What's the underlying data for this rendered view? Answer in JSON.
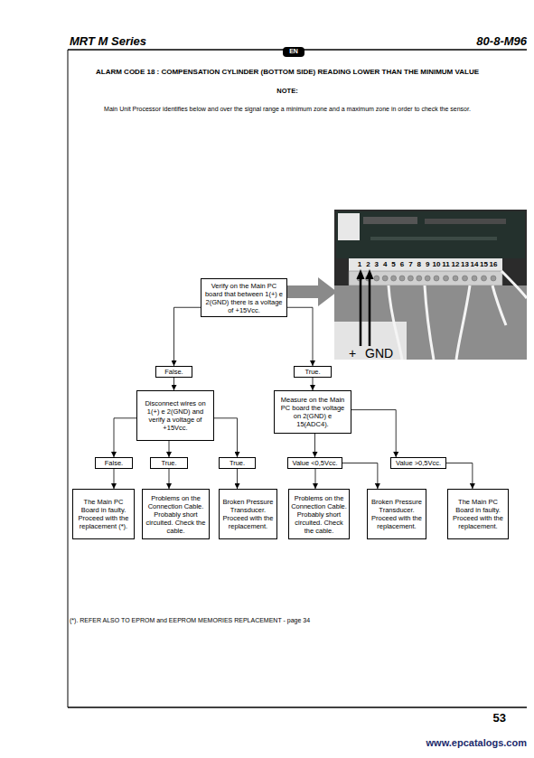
{
  "diagram": {
    "title": "ALARM CODE 18 : COMPENSATION CYLINDER (BOTTOM SIDE) READING LOWER THAN THE MINIMUM VALUE",
    "nodes": [
      {
        "text": [
          "Verify on the Main PC board that between 1(+) e 2(GND) there is a voltage of +15Vcc."
        ]
      },
      {
        "text": [
          "False."
        ]
      },
      {
        "text": [
          "True."
        ]
      },
      {
        "text": [
          "Disconnect wires on 1(+) e 2(GND) and verify a voltage of +15Vcc."
        ]
      },
      {
        "text": [
          "Measure on the Main PC board the voltage on 2(GND) e 15(ADC4)."
        ]
      },
      {
        "text": [
          "False."
        ]
      },
      {
        "text": [
          "True."
        ]
      },
      {
        "text": [
          "True."
        ]
      },
      {
        "text": [
          "Value <0,5Vcc."
        ]
      },
      {
        "text": [
          "Value >0,5Vcc."
        ]
      },
      {
        "text": [
          "The Main PC Board in faulty. Proceed with the replacement (*)."
        ]
      },
      {
        "text": [
          "Problems on the Connection Cable. Probably short circuited. Check the cable."
        ]
      },
      {
        "text": [
          "Broken Pressure Transducer. Proceed with the replacement."
        ]
      },
      {
        "text": [
          "Problems on the Connection Cable. Probably short circuited. Check the cable."
        ]
      },
      {
        "text": [
          "Broken Pressure Transducer. Proceed with the replacement."
        ]
      },
      {
        "text": [
          "The Main PC Board in faulty. Proceed with the replacement."
        ]
      }
    ],
    "edges": [
      {
        "from": 0,
        "to": 1,
        "arrow": "to"
      },
      {
        "from": 0,
        "to": 2,
        "arrow": "to"
      },
      {
        "from": 1,
        "to": 3,
        "arrow": "to"
      },
      {
        "from": 2,
        "to": 4,
        "arrow": "to"
      },
      {
        "from": 3,
        "to": 5,
        "arrow": "to"
      },
      {
        "from": 3,
        "to": 6,
        "arrow": "to"
      },
      {
        "from": 3,
        "to": 7,
        "arrow": "to"
      },
      {
        "from": 4,
        "to": 8,
        "arrow": "to"
      },
      {
        "from": 4,
        "to": 9,
        "arrow": "to"
      },
      {
        "from": 5,
        "to": 10,
        "arrow": "to"
      },
      {
        "from": 6,
        "to": 11,
        "arrow": "to"
      },
      {
        "from": 7,
        "to": 12,
        "arrow": "to"
      },
      {
        "from": 8,
        "to": 13,
        "arrow": "to"
      },
      {
        "from": 8,
        "to": 14,
        "arrow": "to"
      },
      {
        "from": 9,
        "to": 15,
        "arrow": "to"
      }
    ],
    "labels": [
      "MRT M Series",
      "80-8-M96",
      "EN",
      "NOTE:",
      "Main Unit Processor identifies below and over the signal range a minimum zone and a maximum zone in order to check the sensor.",
      "1",
      "2",
      "3",
      "4",
      "5",
      "6",
      "7",
      "8",
      "9",
      "10",
      "11",
      "12",
      "13",
      "14",
      "15",
      "16",
      "+",
      "GND",
      "(*). REFER ALSO TO EPROM and EEPROM MEMORIES REPLACEMENT - page 34",
      "53",
      "www.epcatalogs.com"
    ]
  }
}
